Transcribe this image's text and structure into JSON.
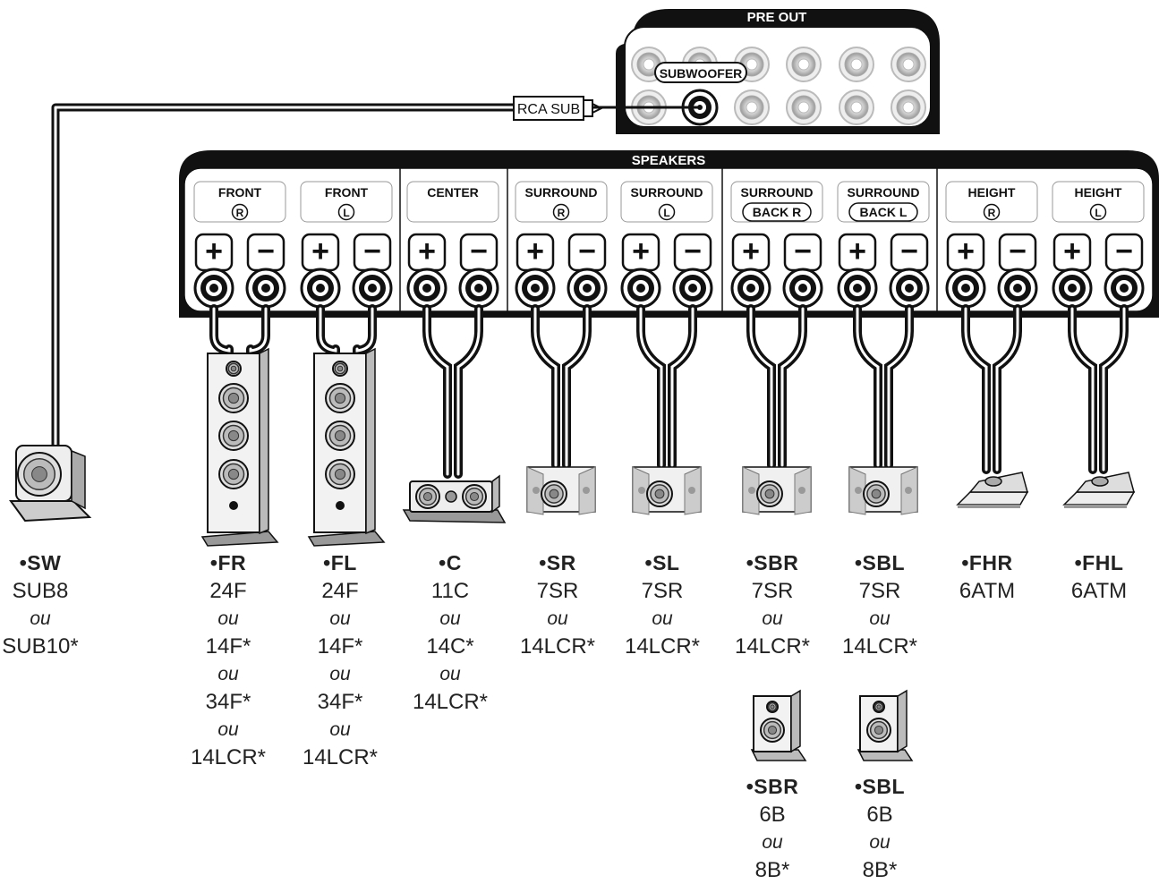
{
  "preout": {
    "title": "PRE OUT",
    "subwoofer_label": "SUBWOOFER",
    "rca_label": "RCA SUB"
  },
  "speakers_panel": {
    "title": "SPEAKERS",
    "channels": [
      {
        "line1": "FRONT",
        "line2": "R"
      },
      {
        "line1": "FRONT",
        "line2": "L"
      },
      {
        "line1": "CENTER",
        "line2": ""
      },
      {
        "line1": "SURROUND",
        "line2": "R"
      },
      {
        "line1": "SURROUND",
        "line2": "L"
      },
      {
        "line1": "SURROUND",
        "line2": "BACK R"
      },
      {
        "line1": "SURROUND",
        "line2": "BACK L"
      },
      {
        "line1": "HEIGHT",
        "line2": "R"
      },
      {
        "line1": "HEIGHT",
        "line2": "L"
      }
    ],
    "plus_symbol": "+",
    "minus_symbol": "−"
  },
  "speaker_lists": [
    {
      "code": "•SW",
      "items": [
        "SUB8",
        "OU",
        "SUB10*"
      ]
    },
    {
      "code": "•FR",
      "items": [
        "24F",
        "OU",
        "14F*",
        "OU",
        "34F*",
        "OU",
        "14LCR*"
      ]
    },
    {
      "code": "•FL",
      "items": [
        "24F",
        "OU",
        "14F*",
        "OU",
        "34F*",
        "OU",
        "14LCR*"
      ]
    },
    {
      "code": "•C",
      "items": [
        "11C",
        "OU",
        "14C*",
        "OU",
        "14LCR*"
      ]
    },
    {
      "code": "•SR",
      "items": [
        "7SR",
        "OU",
        "14LCR*"
      ]
    },
    {
      "code": "•SL",
      "items": [
        "7SR",
        "OU",
        "14LCR*"
      ]
    },
    {
      "code": "•SBR",
      "items": [
        "7SR",
        "OU",
        "14LCR*"
      ]
    },
    {
      "code": "•SBL",
      "items": [
        "7SR",
        "OU",
        "14LCR*"
      ]
    },
    {
      "code": "•FHR",
      "items": [
        "6ATM"
      ]
    },
    {
      "code": "•FHL",
      "items": [
        "6ATM"
      ]
    }
  ],
  "alt_lists": [
    {
      "code": "•SBR",
      "items": [
        "6B",
        "OU",
        "8B*"
      ]
    },
    {
      "code": "•SBL",
      "items": [
        "6B",
        "OU",
        "8B*"
      ]
    }
  ],
  "colors": {
    "ink": "#111111",
    "panel": "#ffffff",
    "jack_ring": "#bbbbbb"
  }
}
